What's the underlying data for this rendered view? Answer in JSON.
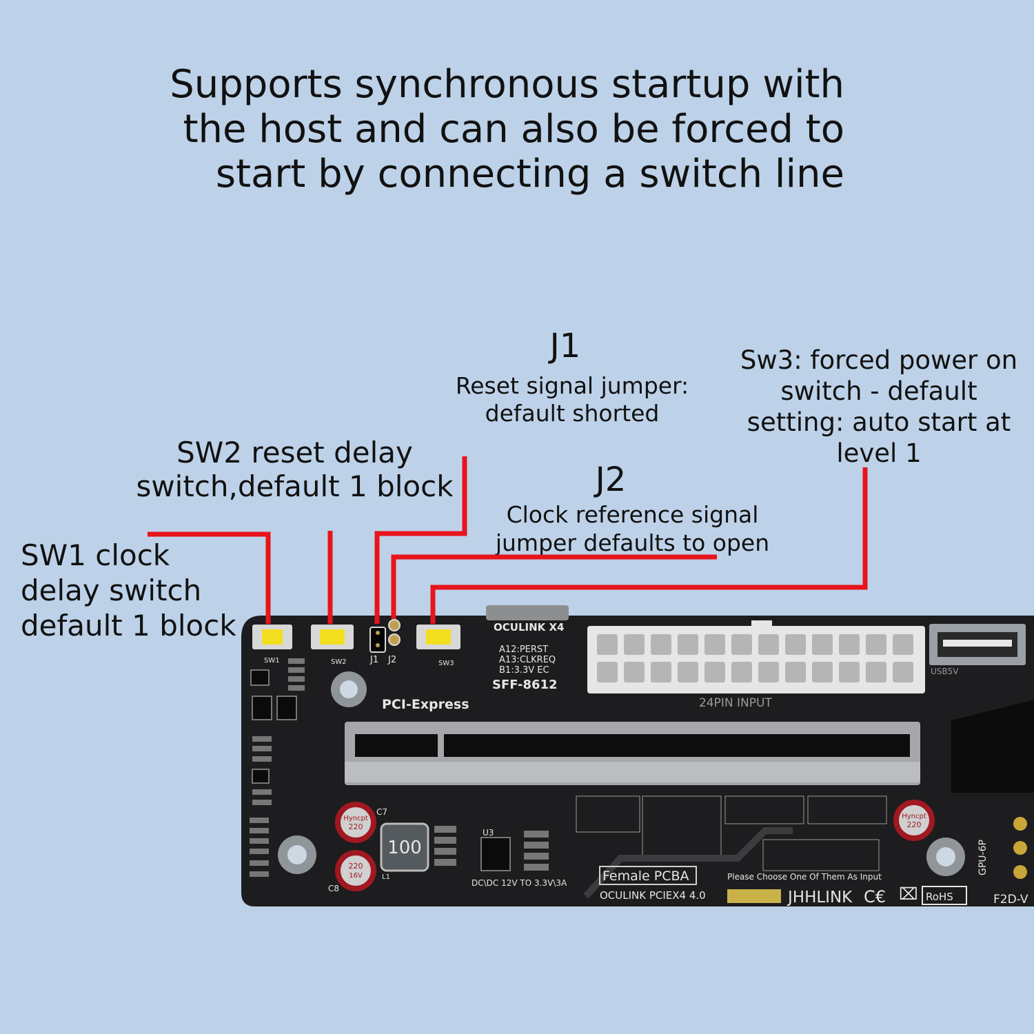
{
  "headline": {
    "line1": "Supports synchronous startup with",
    "line2": "the host and can also be forced to",
    "line3": "start by connecting a switch line"
  },
  "callouts": {
    "j1_title": "J1",
    "j1_line1": "Reset signal jumper:",
    "j1_line2": "default shorted",
    "sw3_line1": "Sw3: forced power on",
    "sw3_line2": "switch - default",
    "sw3_line3": "setting: auto start at",
    "sw3_line4": "level 1",
    "sw2_line1": "SW2 reset delay",
    "sw2_line2": "switch,default 1 block",
    "j2_title": "J2",
    "j2_line1": "Clock reference signal",
    "j2_line2": "jumper defaults to open",
    "sw1_line1": "SW1 clock",
    "sw1_line2": "delay switch",
    "sw1_line3": "default 1 block"
  },
  "board": {
    "oculink": "OCULINK X4",
    "pin_a12": "A12:PERST",
    "pin_a13": "A13:CLKREQ",
    "pin_b1": "B1:3.3V EC",
    "sff": "SFF-8612",
    "pcie": "PCI-Express",
    "input_24pin": "24PIN INPUT",
    "usb5v": "USB5V",
    "dcdc": "DC\\DC 12V TO 3.3V\\3A",
    "female_pcba": "Female PCBA",
    "oculink_pciex4": "OCULINK PCIEX4 4.0",
    "choose_input": "Please Choose One Of Them As Input",
    "brand": "JHHLINK",
    "rohs": "RoHS",
    "gpu6p": "GPU-6P",
    "f2d": "F2D-V",
    "inductor": "100",
    "cap_brand": "Hyncpt",
    "cap_value": "220",
    "cap_voltage": "16V",
    "label_sw1": "SW1",
    "label_sw2": "SW2",
    "label_sw3": "SW3",
    "label_j1": "J1",
    "label_j2": "J2",
    "label_u3": "U3",
    "label_l1": "L1",
    "label_c7": "C7",
    "label_c8": "C8"
  },
  "colors": {
    "background": "#bdd2e8",
    "leader_line": "#e8141c",
    "pcb": "#1d1d1f",
    "switch_yellow": "#f2df1f"
  }
}
